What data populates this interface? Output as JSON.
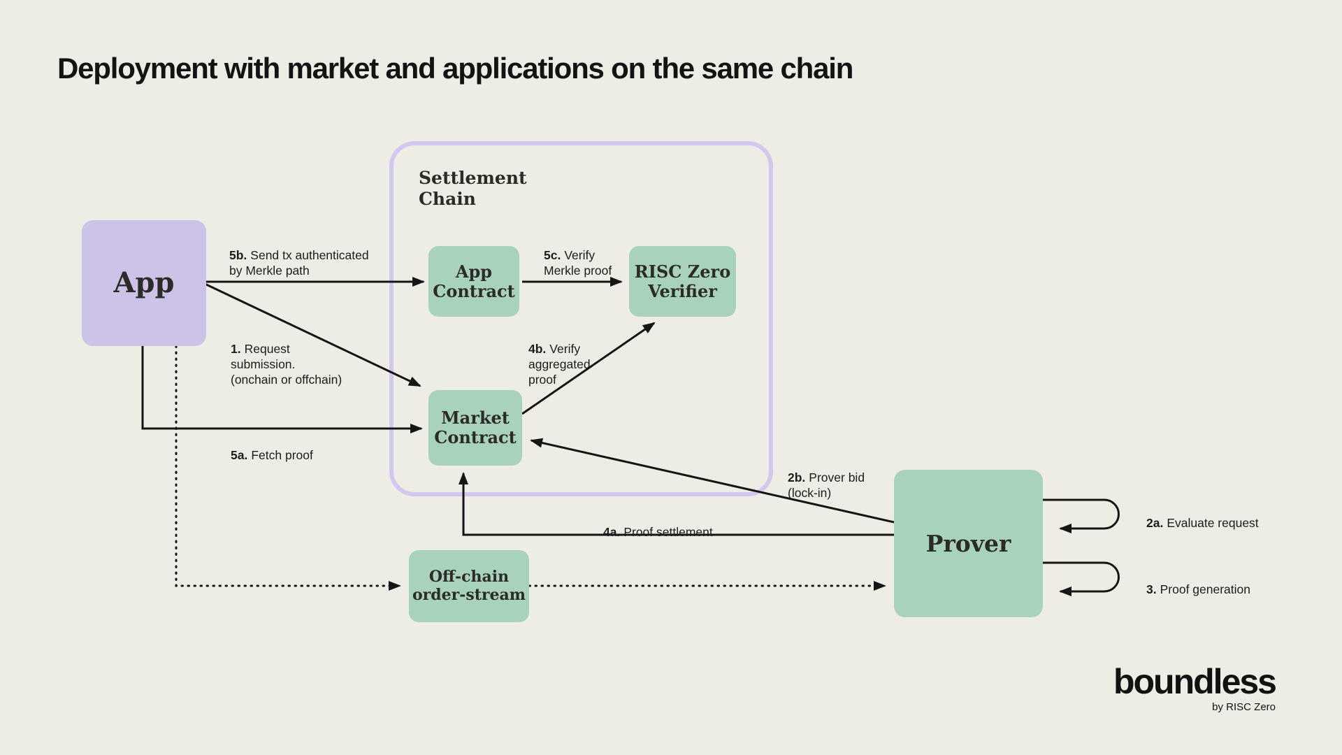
{
  "title": "Deployment with market and applications on the same chain",
  "colors": {
    "background": "#edece5",
    "app_box": "#cdc2e8",
    "green_box": "#a9d2bb",
    "container_border": "#d3c7ef",
    "line": "#151515",
    "text": "#1a1a1a"
  },
  "container": {
    "label": "Settlement\nChain"
  },
  "nodes": {
    "app": {
      "label": "App"
    },
    "app_contract": {
      "label": "App\nContract"
    },
    "risc_zero_verifier": {
      "label": "RISC Zero\nVerifier"
    },
    "market_contract": {
      "label": "Market\nContract"
    },
    "offchain_order_stream": {
      "label": "Off-chain\norder-stream"
    },
    "prover": {
      "label": "Prover"
    }
  },
  "annotations": {
    "a1": {
      "num": "1.",
      "text": "Request\nsubmission.\n(onchain or offchain)"
    },
    "a2a": {
      "num": "2a.",
      "text": "Evaluate request"
    },
    "a2b": {
      "num": "2b.",
      "text": "Prover bid\n(lock-in)"
    },
    "a3": {
      "num": "3.",
      "text": "Proof generation"
    },
    "a4a": {
      "num": "4a.",
      "text": "Proof settlement"
    },
    "a4b": {
      "num": "4b.",
      "text": "Verify\naggregated\nproof"
    },
    "a5a": {
      "num": "5a.",
      "text": "Fetch proof"
    },
    "a5b": {
      "num": "5b.",
      "text": "Send tx authenticated\nby Merkle path"
    },
    "a5c": {
      "num": "5c.",
      "text": "Verify\nMerkle proof"
    }
  },
  "logo": {
    "brand": "boundless",
    "byline": "by RISC Zero"
  }
}
